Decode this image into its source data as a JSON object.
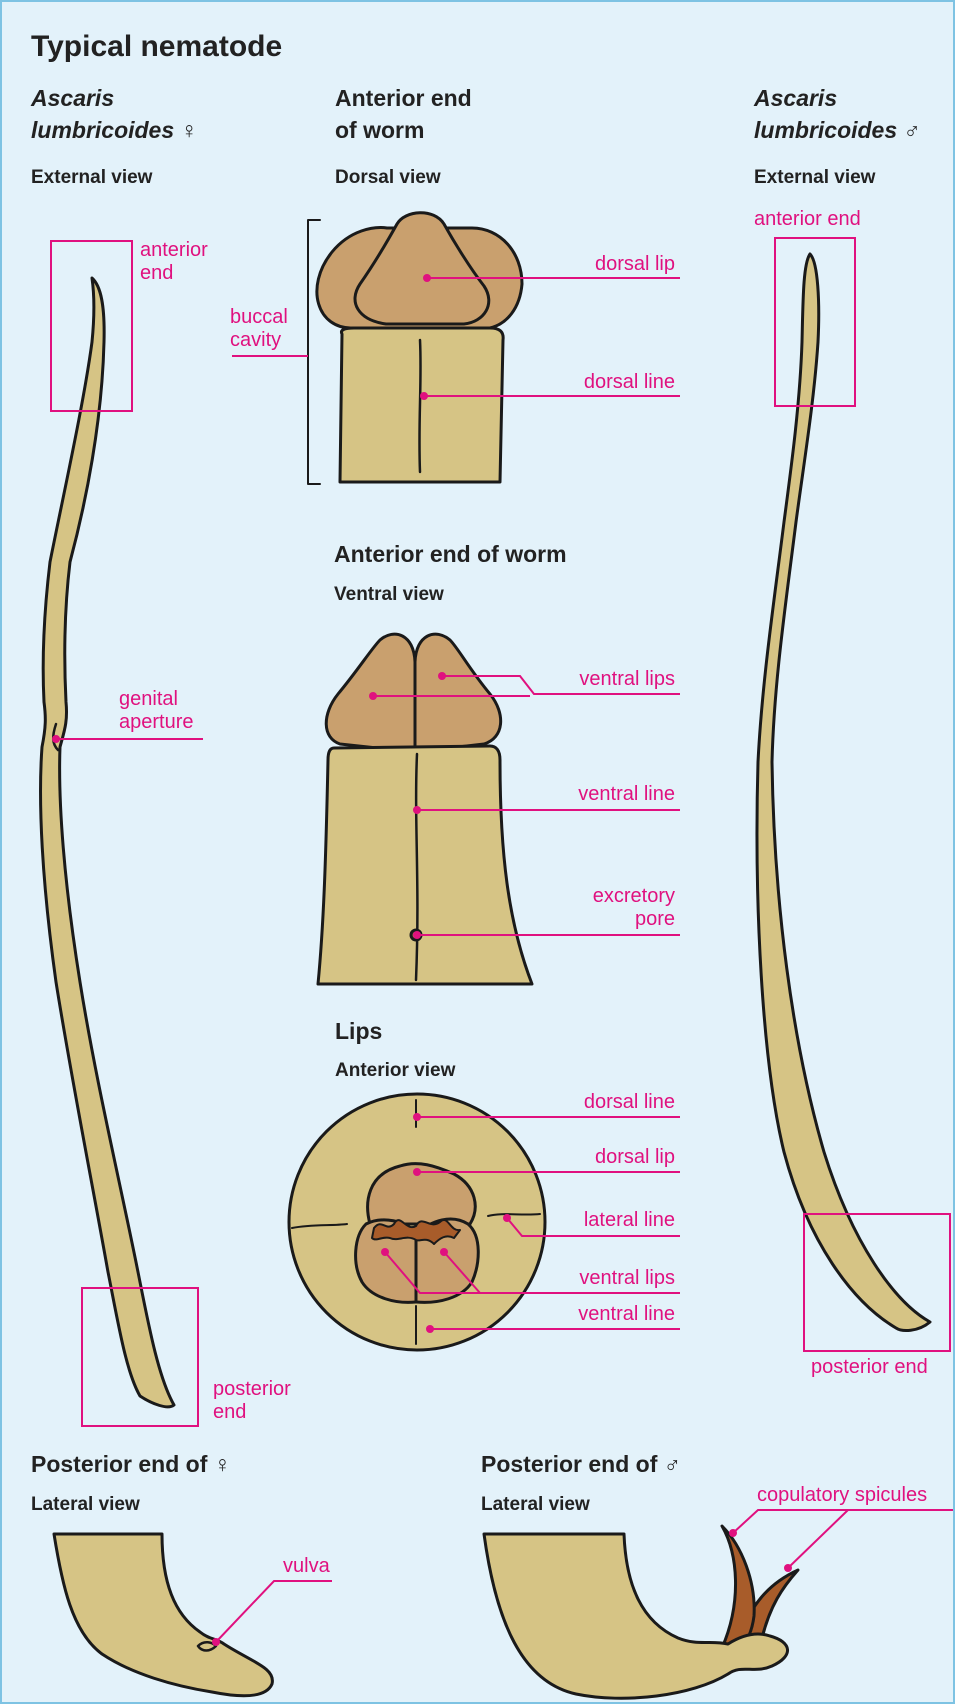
{
  "title": "Typical nematode",
  "colors": {
    "background": "#e3f2fa",
    "body": "#d6c485",
    "lips": "#c9a06e",
    "spicules": "#a85c2a",
    "label": "#e0117f",
    "outline": "#1a1a1a"
  },
  "sections": {
    "female": {
      "species": "Ascaris",
      "species2": "lumbricoides",
      "sex_symbol": "♀",
      "view": "External view",
      "labels": {
        "anterior_end": [
          "anterior",
          "end"
        ],
        "genital_aperture": [
          "genital",
          "aperture"
        ],
        "posterior_end": [
          "posterior",
          "end"
        ]
      }
    },
    "male": {
      "species": "Ascaris",
      "species2": "lumbricoides",
      "sex_symbol": "♂",
      "view": "External view",
      "labels": {
        "anterior_end": "anterior end",
        "posterior_end": "posterior end"
      }
    },
    "dorsal": {
      "title": [
        "Anterior end",
        "of worm"
      ],
      "view": "Dorsal view",
      "labels": {
        "dorsal_lip": "dorsal lip",
        "dorsal_line": "dorsal line",
        "buccal_cavity": [
          "buccal",
          "cavity"
        ]
      }
    },
    "ventral": {
      "title": "Anterior end of worm",
      "view": "Ventral view",
      "labels": {
        "ventral_lips": "ventral lips",
        "ventral_line": "ventral line",
        "excretory_pore": [
          "excretory",
          "pore"
        ]
      }
    },
    "lips": {
      "title": "Lips",
      "view": "Anterior view",
      "labels": {
        "dorsal_line": "dorsal line",
        "dorsal_lip": "dorsal lip",
        "lateral_line": "lateral line",
        "ventral_lips": "ventral lips",
        "ventral_line": "ventral line"
      }
    },
    "post_female": {
      "title": "Posterior end of",
      "sex_symbol": "♀",
      "view": "Lateral view",
      "labels": {
        "vulva": "vulva"
      }
    },
    "post_male": {
      "title": "Posterior end of",
      "sex_symbol": "♂",
      "view": "Lateral view",
      "labels": {
        "copulatory_spicules": "copulatory spicules"
      }
    }
  }
}
